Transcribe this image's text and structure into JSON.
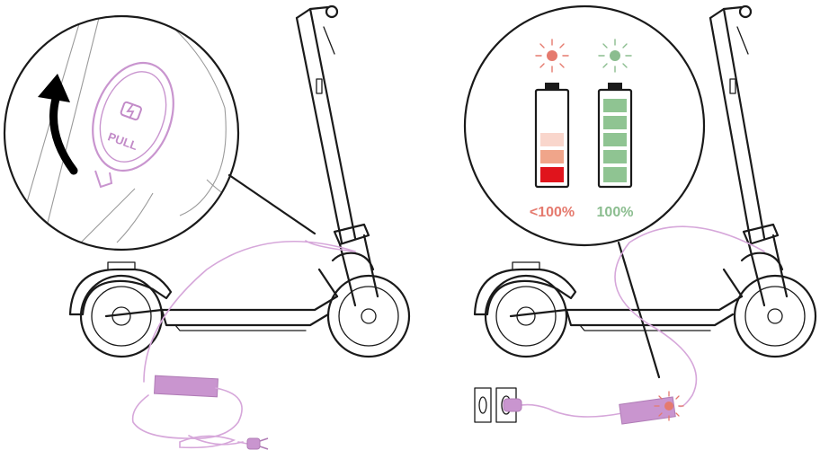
{
  "port_label": "PULL",
  "battery_charging": {
    "label": "<100%",
    "color": "#e57a6e",
    "cell_colors": [
      "#f9d6cc",
      "#f0a58a",
      "#e0141c"
    ]
  },
  "battery_full": {
    "label": "100%",
    "color": "#8bbd8f",
    "cell_color": "#8fc492"
  },
  "cable_color": "#d6a7da",
  "charger_color": "#c995cf"
}
